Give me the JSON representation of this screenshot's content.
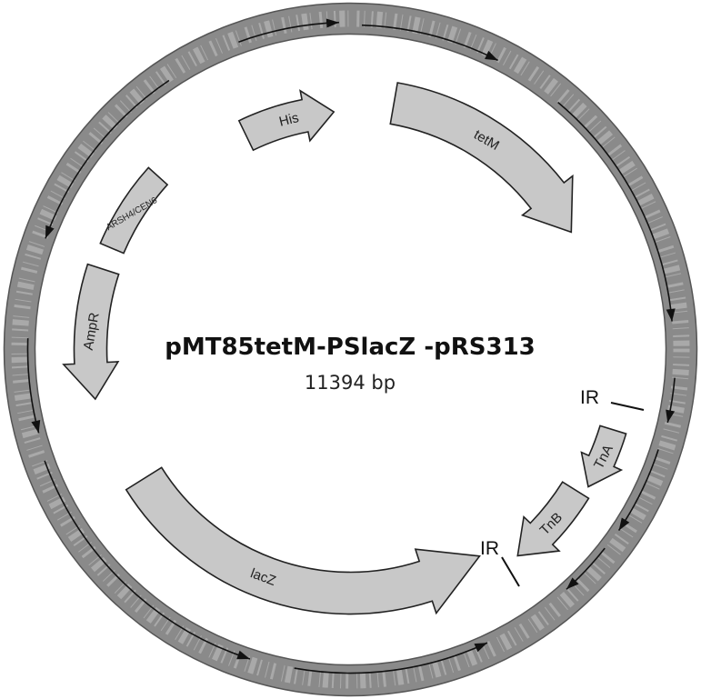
{
  "plasmid": {
    "name": "pMT85tetM-PSlacZ -pRS313",
    "size": "11394 bp"
  },
  "colors": {
    "backbone_outer": "#8a8a8a",
    "backbone_inner": "#a8a8a8",
    "feature_fill": "#c8c8c8",
    "outline": "#222222"
  },
  "features": [
    {
      "id": "his",
      "label": "His",
      "direction": "clockwise"
    },
    {
      "id": "tetm",
      "label": "tetM",
      "direction": "clockwise"
    },
    {
      "id": "tna",
      "label": "TnA",
      "direction": "clockwise"
    },
    {
      "id": "tnb",
      "label": "TnB",
      "direction": "clockwise"
    },
    {
      "id": "lacz",
      "label": "lacZ",
      "direction": "counterclockwise"
    },
    {
      "id": "ampr",
      "label": "AmpR",
      "direction": "counterclockwise"
    },
    {
      "id": "arsh",
      "label": "ARSH4/CEN6",
      "direction": "none"
    }
  ],
  "sites": [
    {
      "id": "ir1",
      "label": "IR"
    },
    {
      "id": "ir2",
      "label": "IR"
    }
  ]
}
